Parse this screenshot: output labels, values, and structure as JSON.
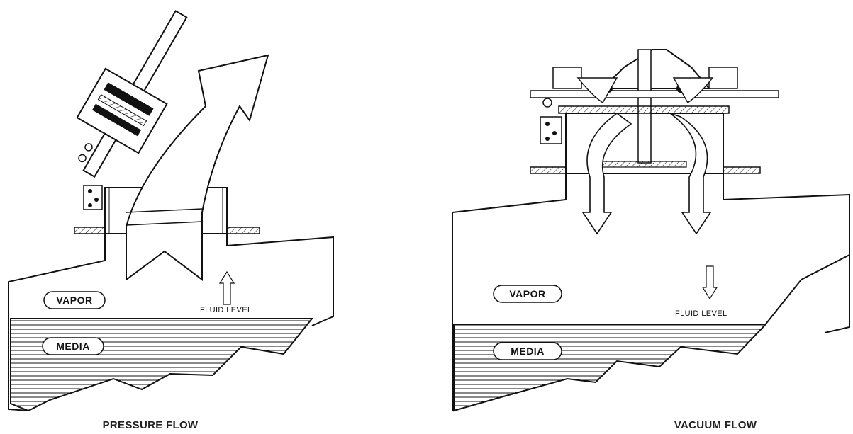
{
  "left": {
    "caption": "PRESSURE FLOW",
    "vapor_label": "VAPOR",
    "media_label": "MEDIA",
    "fluid_level_label": "FLUID  LEVEL"
  },
  "right": {
    "caption": "VACUUM FLOW",
    "vapor_label": "VAPOR",
    "media_label": "MEDIA",
    "fluid_level_label": "FLUID  LEVEL"
  },
  "colors": {
    "line": "#111111",
    "background": "#ffffff"
  }
}
